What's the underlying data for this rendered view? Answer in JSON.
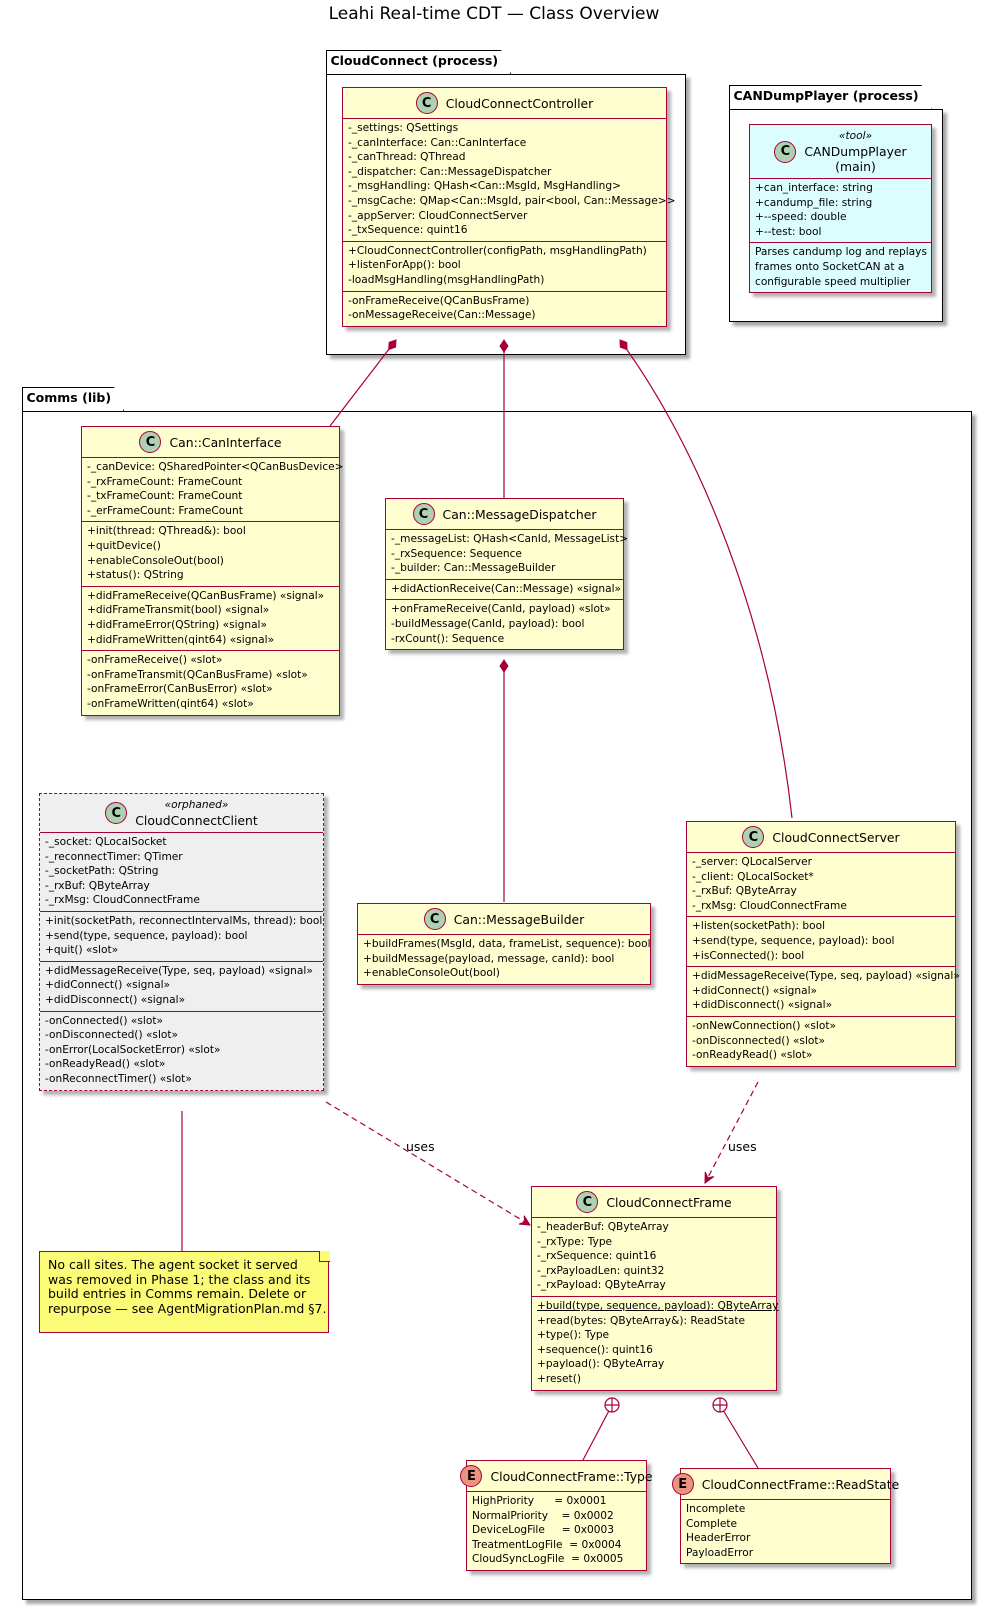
{
  "title": "Leahi Real-time CDT — Class Overview",
  "packages": {
    "cloudconnect": "CloudConnect (process)",
    "candump": "CANDumpPlayer (process)",
    "comms": "Comms (lib)"
  },
  "classes": {
    "controller": {
      "name": "CloudConnectController",
      "fields": [
        "-_settings: QSettings",
        "-_canInterface: Can::CanInterface",
        "-_canThread: QThread",
        "-_dispatcher: Can::MessageDispatcher",
        "-_msgHandling: QHash<Can::MsgId, MsgHandling>",
        "-_msgCache: QMap<Can::MsgId, pair<bool, Can::Message>>",
        "-_appServer: CloudConnectServer",
        "-_txSequence: quint16"
      ],
      "methods": [
        "+CloudConnectController(configPath, msgHandlingPath)",
        "+listenForApp(): bool",
        "-loadMsgHandling(msgHandlingPath)"
      ],
      "slots": [
        "-onFrameReceive(QCanBusFrame)",
        "-onMessageReceive(Can::Message)"
      ]
    },
    "candumpplayer": {
      "stereotype": "«tool»",
      "name": "CANDumpPlayer",
      "subname": "(main)",
      "fields": [
        "+can_interface: string",
        "+candump_file: string",
        "+--speed: double",
        "+--test: bool"
      ],
      "description": [
        "Parses candump log and replays",
        "frames onto SocketCAN at a",
        "configurable speed multiplier"
      ]
    },
    "caninterface": {
      "name": "Can::CanInterface",
      "fields": [
        "-_canDevice: QSharedPointer<QCanBusDevice>",
        "-_rxFrameCount: FrameCount",
        "-_txFrameCount: FrameCount",
        "-_erFrameCount: FrameCount"
      ],
      "methods": [
        "+init(thread: QThread&): bool",
        "+quitDevice()",
        "+enableConsoleOut(bool)",
        "+status(): QString"
      ],
      "signals": [
        "+didFrameReceive(QCanBusFrame) «signal»",
        "+didFrameTransmit(bool) «signal»",
        "+didFrameError(QString) «signal»",
        "+didFrameWritten(qint64) «signal»"
      ],
      "slots": [
        "-onFrameReceive() «slot»",
        "-onFrameTransmit(QCanBusFrame) «slot»",
        "-onFrameError(CanBusError) «slot»",
        "-onFrameWritten(qint64) «slot»"
      ]
    },
    "dispatcher": {
      "name": "Can::MessageDispatcher",
      "fields": [
        "-_messageList: QHash<CanId, MessageList>",
        "-_rxSequence: Sequence",
        "-_builder: Can::MessageBuilder"
      ],
      "signals": [
        "+didActionReceive(Can::Message) «signal»"
      ],
      "methods": [
        "+onFrameReceive(CanId, payload) «slot»",
        "-buildMessage(CanId, payload): bool",
        "-rxCount(): Sequence"
      ]
    },
    "builder": {
      "name": "Can::MessageBuilder",
      "methods": [
        "+buildFrames(MsgId, data, frameList, sequence): bool",
        "+buildMessage(payload, message, canId): bool",
        "+enableConsoleOut(bool)"
      ]
    },
    "client": {
      "stereotype": "«orphaned»",
      "name": "CloudConnectClient",
      "fields": [
        "-_socket: QLocalSocket",
        "-_reconnectTimer: QTimer",
        "-_socketPath: QString",
        "-_rxBuf: QByteArray",
        "-_rxMsg: CloudConnectFrame"
      ],
      "methods": [
        "+init(socketPath, reconnectIntervalMs, thread): bool",
        "+send(type, sequence, payload): bool",
        "+quit() «slot»"
      ],
      "signals": [
        "+didMessageReceive(Type, seq, payload) «signal»",
        "+didConnect() «signal»",
        "+didDisconnect() «signal»"
      ],
      "slots": [
        "-onConnected() «slot»",
        "-onDisconnected() «slot»",
        "-onError(LocalSocketError) «slot»",
        "-onReadyRead() «slot»",
        "-onReconnectTimer() «slot»"
      ]
    },
    "server": {
      "name": "CloudConnectServer",
      "fields": [
        "-_server: QLocalServer",
        "-_client: QLocalSocket*",
        "-_rxBuf: QByteArray",
        "-_rxMsg: CloudConnectFrame"
      ],
      "methods": [
        "+listen(socketPath): bool",
        "+send(type, sequence, payload): bool",
        "+isConnected(): bool"
      ],
      "signals": [
        "+didMessageReceive(Type, seq, payload) «signal»",
        "+didConnect() «signal»",
        "+didDisconnect() «signal»"
      ],
      "slots": [
        "-onNewConnection() «slot»",
        "-onDisconnected() «slot»",
        "-onReadyRead() «slot»"
      ]
    },
    "frame": {
      "name": "CloudConnectFrame",
      "fields": [
        "-_headerBuf: QByteArray",
        "-_rxType: Type",
        "-_rxSequence: quint16",
        "-_rxPayloadLen: quint32",
        "-_rxPayload: QByteArray"
      ],
      "static_method": "+build(type, sequence, payload): QByteArray",
      "methods": [
        "+read(bytes: QByteArray&): ReadState",
        "+type(): Type",
        "+sequence(): quint16",
        "+payload(): QByteArray",
        "+reset()"
      ]
    },
    "type_enum": {
      "name": "CloudConnectFrame::Type",
      "values": [
        "HighPriority      = 0x0001",
        "NormalPriority    = 0x0002",
        "DeviceLogFile     = 0x0003",
        "TreatmentLogFile  = 0x0004",
        "CloudSyncLogFile  = 0x0005"
      ]
    },
    "readstate_enum": {
      "name": "CloudConnectFrame::ReadState",
      "values": [
        "Incomplete",
        "Complete",
        "HeaderError",
        "PayloadError"
      ]
    }
  },
  "note": [
    "No call sites. The agent socket it served",
    "was removed in Phase 1; the class and its",
    "build entries in Comms remain. Delete or",
    "repurpose — see AgentMigrationPlan.md §7."
  ],
  "edge_labels": {
    "client_uses": "uses",
    "server_uses": "uses"
  },
  "colors": {
    "class_bg": "#FEFECE",
    "border": "#A80036",
    "note_bg": "#FBFB77",
    "tool_bg": "#dcfdfd",
    "orphan_bg": "#efefef",
    "class_icon": "#ADD1B2",
    "enum_icon": "#EB937F"
  }
}
